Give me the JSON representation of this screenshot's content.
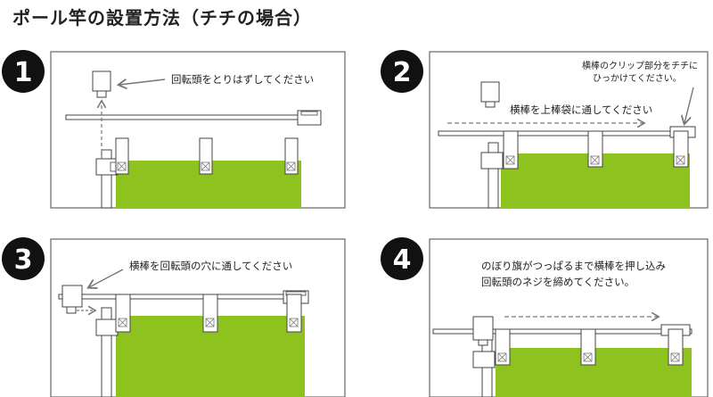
{
  "title": "ポール竿の設置方法（チチの場合）",
  "steps": [
    {
      "number": "1",
      "caption": [
        "回転頭をとりはずしてください"
      ]
    },
    {
      "number": "2",
      "caption": [
        "横棒のクリップ部分をチチに",
        "ひっかけてください。"
      ],
      "caption2": [
        "横棒を上棒袋に通してください"
      ]
    },
    {
      "number": "3",
      "caption": [
        "横棒を回転頭の穴に通してください"
      ]
    },
    {
      "number": "4",
      "caption": [
        "のぼり旗がつっぱるまで横棒を押し込み",
        "回転頭のネジを締めてください。"
      ]
    }
  ],
  "colors": {
    "flag": "#8dc21f",
    "panel_border": "#666666",
    "marker": "#111111"
  }
}
